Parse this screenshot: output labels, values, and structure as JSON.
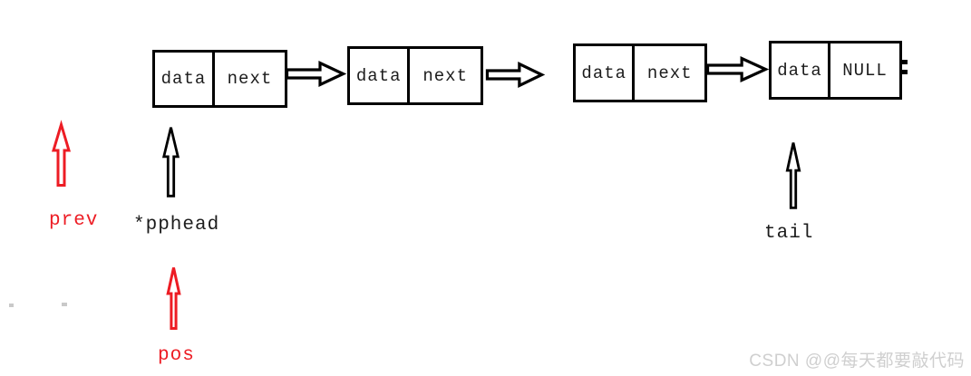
{
  "diagram": {
    "nodes": [
      {
        "field1": "data",
        "field2": "next"
      },
      {
        "field1": "data",
        "field2": "next"
      },
      {
        "field1": "data",
        "field2": "next"
      },
      {
        "field1": "data",
        "field2": "NULL"
      }
    ],
    "pointers": {
      "prev": {
        "label": "prev",
        "color": "#ed1c24"
      },
      "pphead": {
        "label": "*pphead",
        "color": "#000000"
      },
      "pos": {
        "label": "pos",
        "color": "#ed1c24"
      },
      "tail": {
        "label": "tail",
        "color": "#000000"
      }
    },
    "icons": {
      "link_arrow": "hollow-right-arrow",
      "pointer_arrow": "hollow-up-arrow"
    },
    "colors": {
      "node_border": "#000000",
      "red_pointer": "#ed1c24",
      "black_pointer": "#000000"
    }
  },
  "watermark": {
    "text": "CSDN @@每天都要敲代码",
    "color": "#cfcfcf"
  }
}
